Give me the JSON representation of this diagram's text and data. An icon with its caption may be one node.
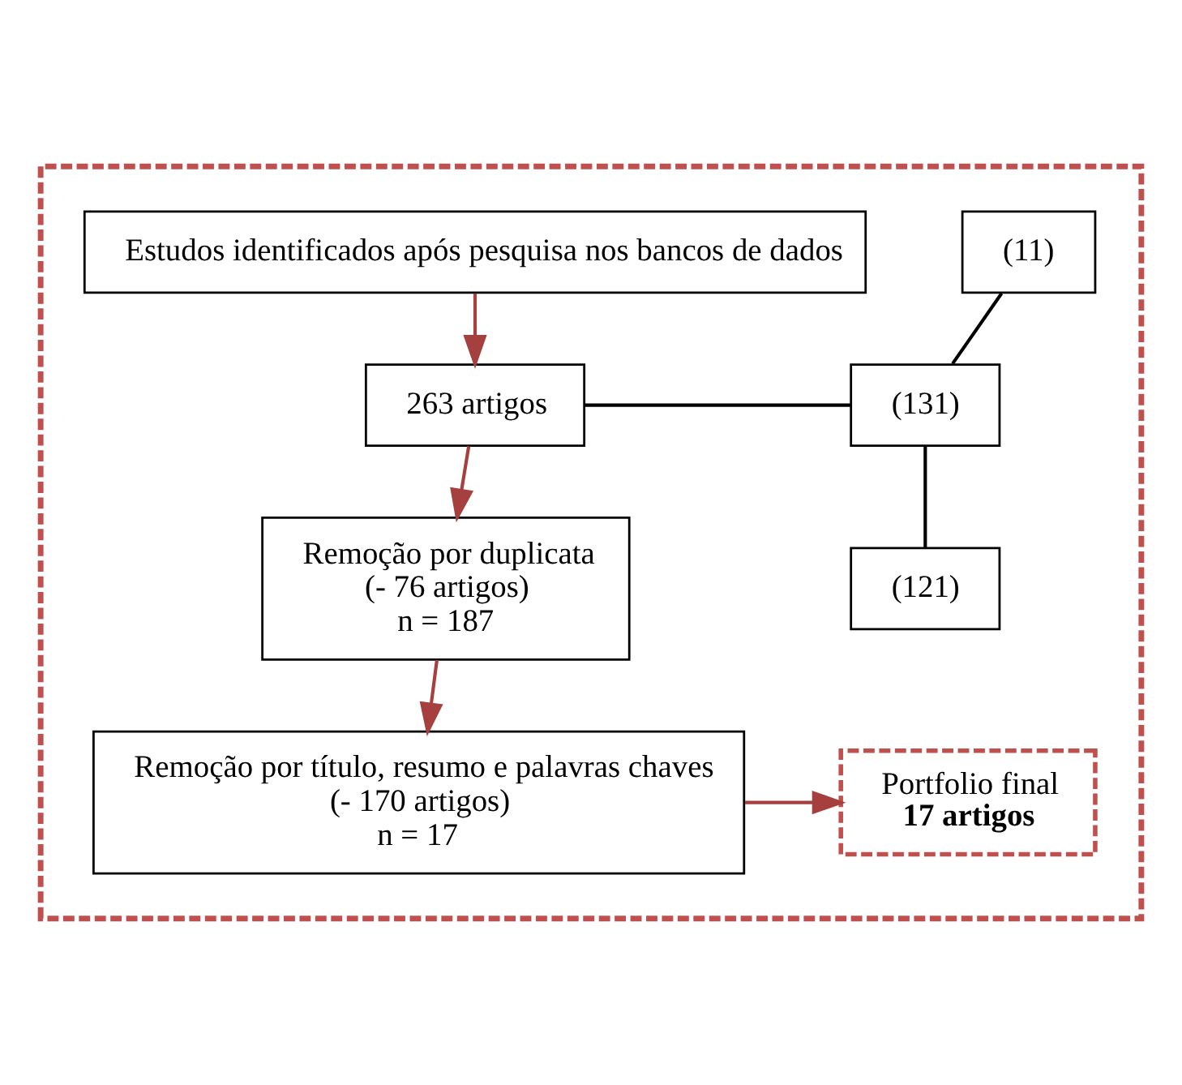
{
  "diagram": {
    "nodes": [
      {
        "text": [],
        "shape": "box"
      },
      {
        "text": [
          "Estudos identificados após pesquisa nos bancos de dados"
        ],
        "in": 0
      },
      {
        "text": [
          "(11)"
        ],
        "in": 0
      },
      {
        "text": [
          "263 artigos"
        ],
        "in": 0
      },
      {
        "text": [
          "(131)"
        ],
        "in": 0
      },
      {
        "text": [
          "(121)"
        ],
        "in": 0
      },
      {
        "text": [
          "Remoção por duplicata",
          "(- 76 artigos)",
          "n = 187"
        ],
        "in": 0
      },
      {
        "text": [
          "Remoção por título, resumo e palavras chaves",
          "(- 170 artigos)",
          "n = 17"
        ],
        "in": 0
      },
      {
        "text": [
          "Portfolio final",
          "**17 artigos**"
        ],
        "in": 0
      }
    ],
    "edges": [
      {
        "from": 1,
        "to": 3,
        "arrow": "to",
        "color": "#a6403f"
      },
      {
        "from": 3,
        "to": 4,
        "arrow": "none",
        "color": "#000000"
      },
      {
        "from": 2,
        "to": 4,
        "arrow": "none",
        "color": "#000000"
      },
      {
        "from": 4,
        "to": 5,
        "arrow": "none",
        "color": "#000000"
      },
      {
        "from": 3,
        "to": 6,
        "arrow": "to",
        "color": "#a6403f"
      },
      {
        "from": 6,
        "to": 7,
        "arrow": "to",
        "color": "#a6403f"
      },
      {
        "from": 7,
        "to": 8,
        "arrow": "to",
        "color": "#a6403f"
      }
    ]
  }
}
